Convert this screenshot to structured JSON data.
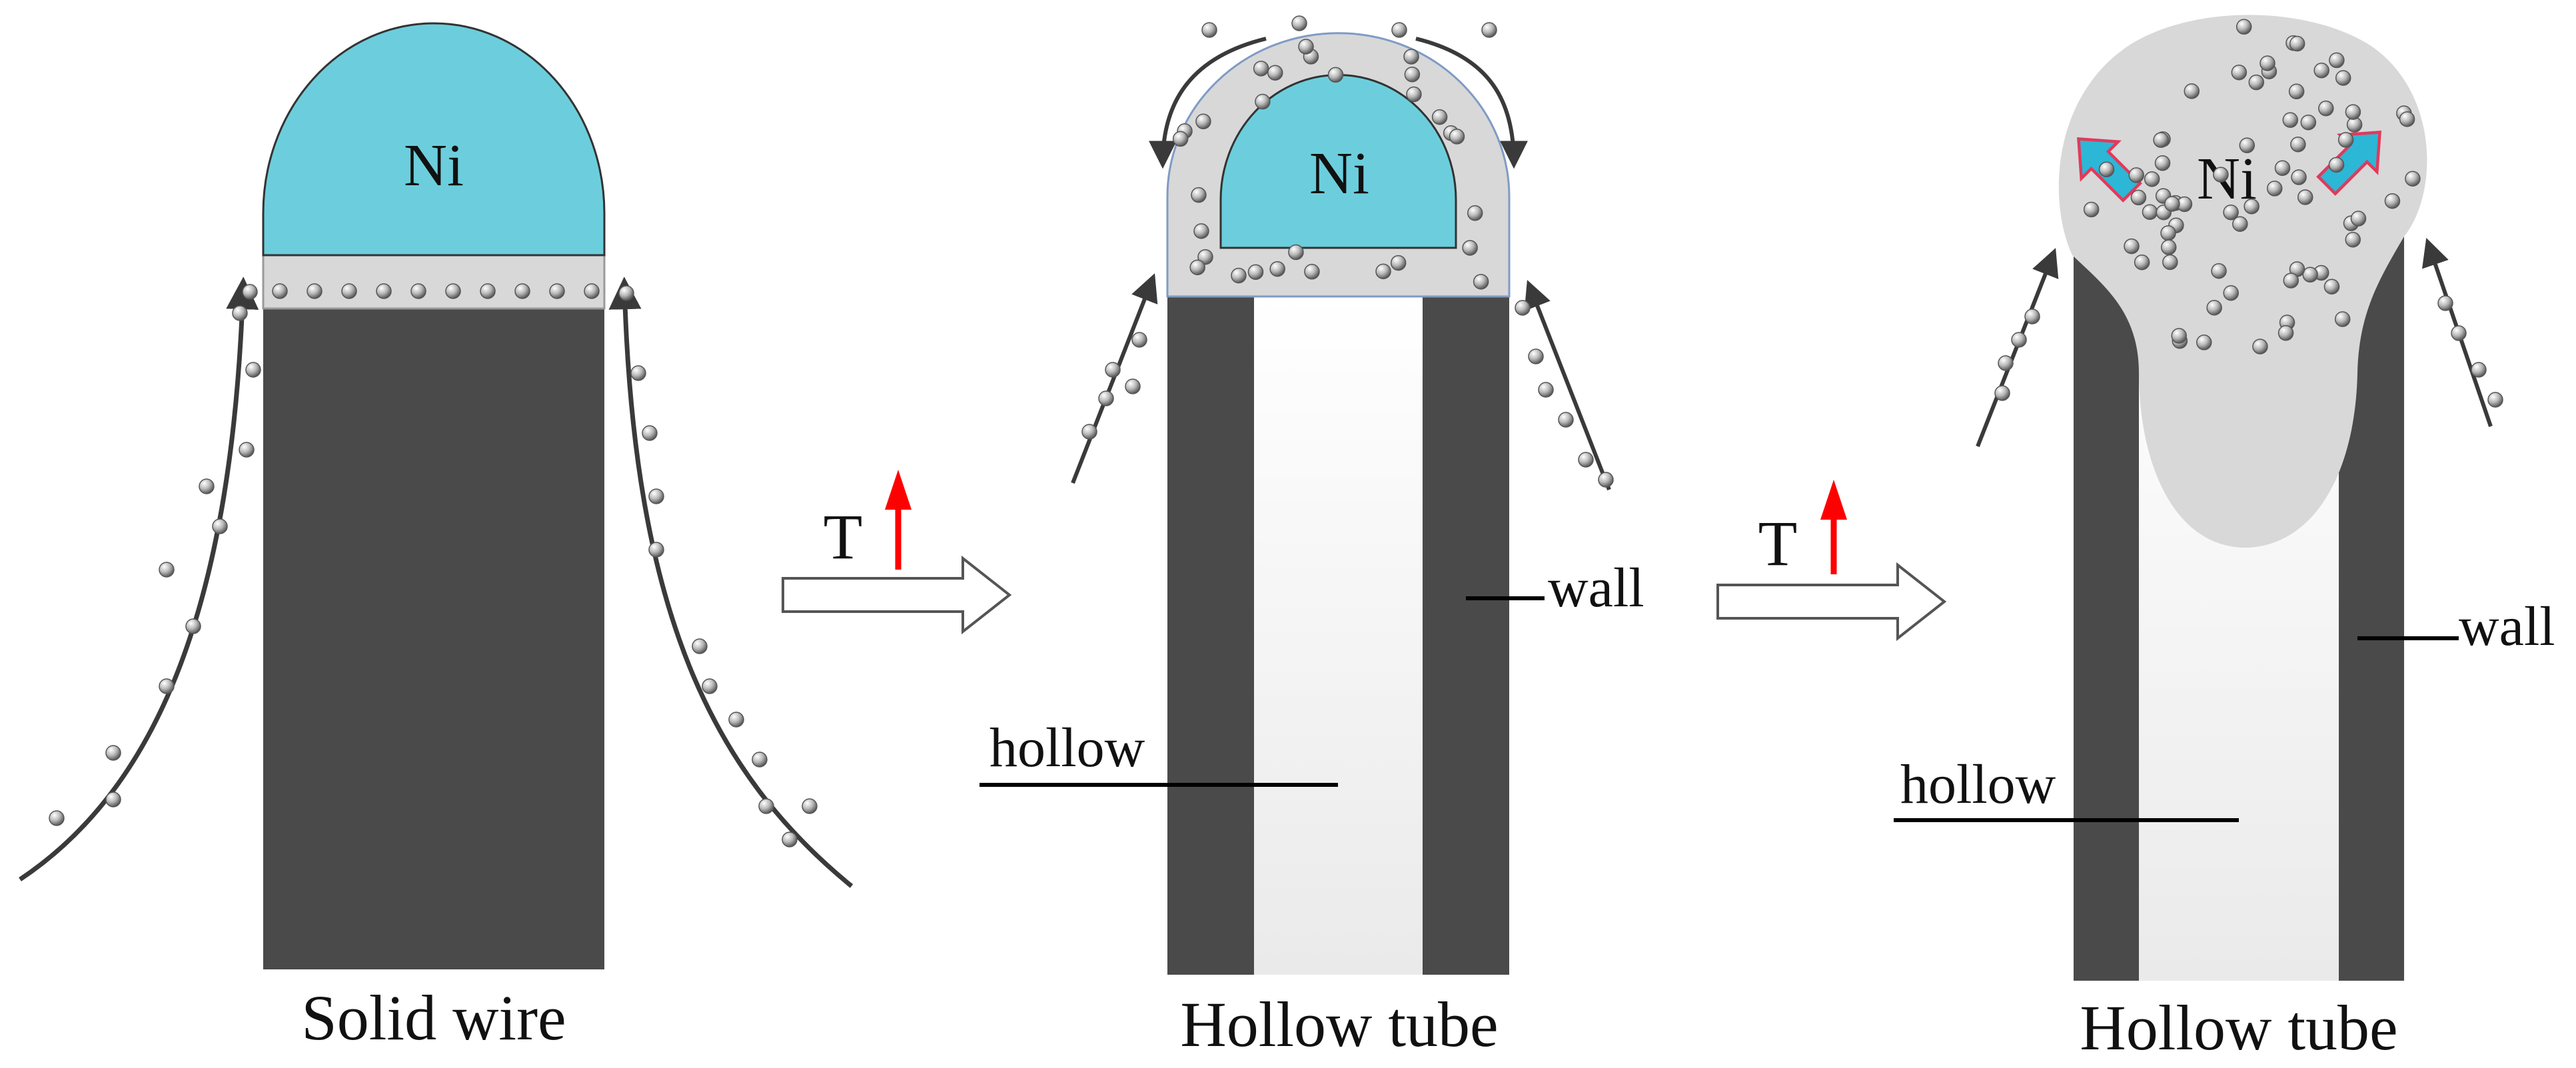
{
  "panels": [
    {
      "metal_label": "Ni",
      "caption": "Solid wire"
    },
    {
      "metal_label": "Ni",
      "caption": "Hollow tube",
      "wall_label": "wall",
      "hollow_label": "hollow"
    },
    {
      "metal_label": "Ni",
      "caption": "Hollow tube",
      "wall_label": "wall",
      "hollow_label": "hollow"
    }
  ],
  "transitions": [
    {
      "label": "T"
    },
    {
      "label": "T"
    }
  ],
  "colors": {
    "nickel": "#6ccedc",
    "wire": "#4a4a4a",
    "wall": "#4a4a4a",
    "shell": "#d8d8d8",
    "hollow": "#f4f4f4",
    "temperature_arrow": "#ff0000",
    "flow_arrow": "#3a3a3a",
    "migration_arrow": "#2cb7d6",
    "migration_outline": "#e2395b"
  },
  "icons": {
    "transition_arrow": "hollow-right-arrow-icon",
    "temperature_up": "red-up-arrow-icon",
    "particle": "sphere-particle-icon"
  }
}
